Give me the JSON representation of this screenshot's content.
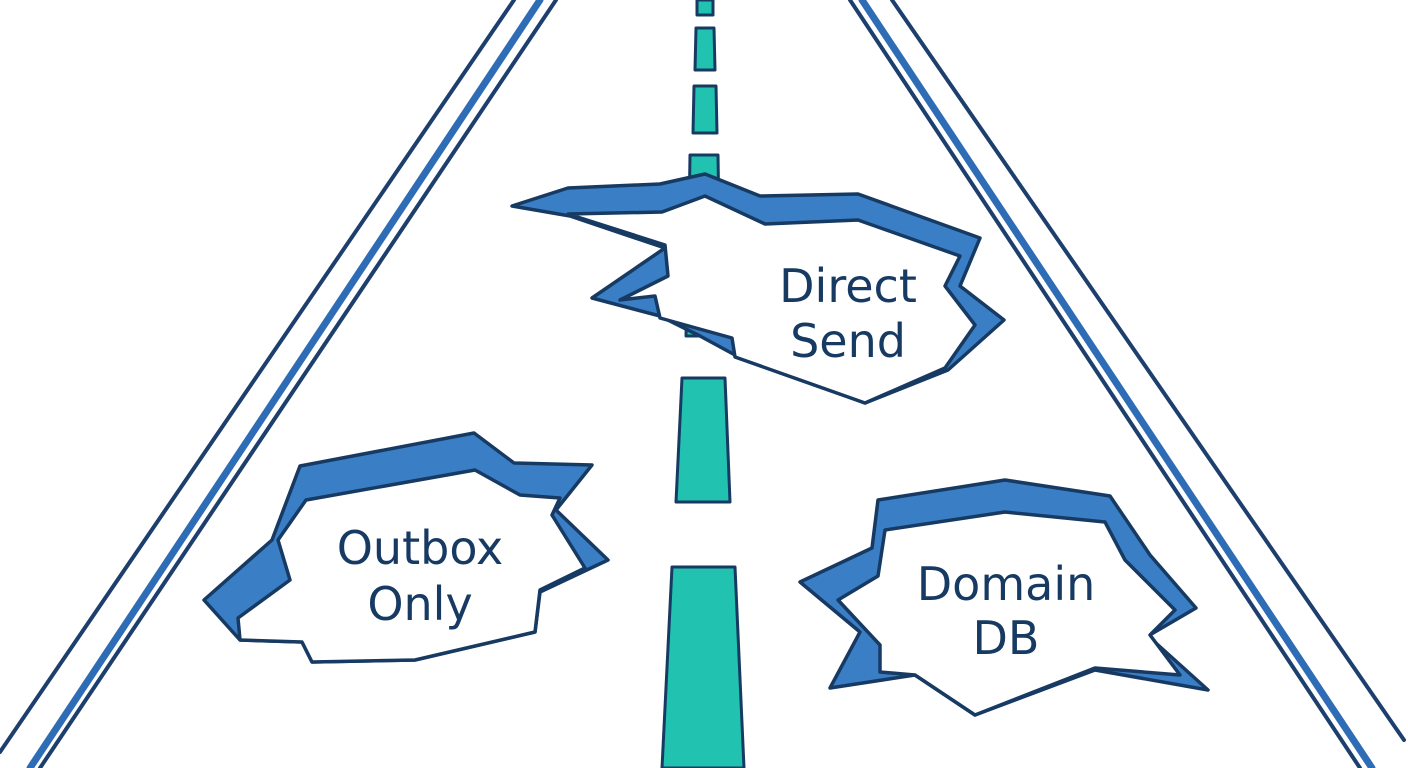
{
  "colors": {
    "road_edge": "#1d3f6e",
    "road_edge_inner": "#2e6db5",
    "lane_dash": "#22c2b0",
    "outline": "#173a63",
    "pothole_rim": "#3a7fc6",
    "label_text": "#173a63"
  },
  "potholes": [
    {
      "id": "direct-send",
      "lines": [
        "Direct",
        "Send"
      ]
    },
    {
      "id": "outbox-only",
      "lines": [
        "Outbox",
        "Only"
      ]
    },
    {
      "id": "domain-db",
      "lines": [
        "Domain",
        "DB"
      ]
    }
  ]
}
